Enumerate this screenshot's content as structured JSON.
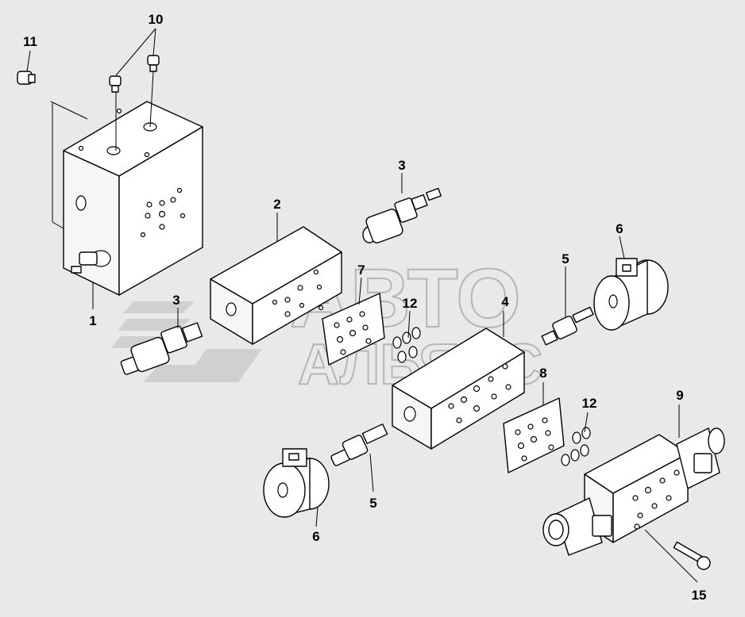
{
  "watermark": {
    "line1": "АВТО",
    "line2": "АЛЬЯНС"
  },
  "callouts": [
    {
      "id": "c1",
      "label": "1"
    },
    {
      "id": "c2",
      "label": "2"
    },
    {
      "id": "c3a",
      "label": "3"
    },
    {
      "id": "c3b",
      "label": "3"
    },
    {
      "id": "c4",
      "label": "4"
    },
    {
      "id": "c5a",
      "label": "5"
    },
    {
      "id": "c5b",
      "label": "5"
    },
    {
      "id": "c6a",
      "label": "6"
    },
    {
      "id": "c6b",
      "label": "6"
    },
    {
      "id": "c7",
      "label": "7"
    },
    {
      "id": "c8",
      "label": "8"
    },
    {
      "id": "c9",
      "label": "9"
    },
    {
      "id": "c10",
      "label": "10"
    },
    {
      "id": "c11",
      "label": "11"
    },
    {
      "id": "c12a",
      "label": "12"
    },
    {
      "id": "c12b",
      "label": "12"
    },
    {
      "id": "c15",
      "label": "15"
    }
  ]
}
